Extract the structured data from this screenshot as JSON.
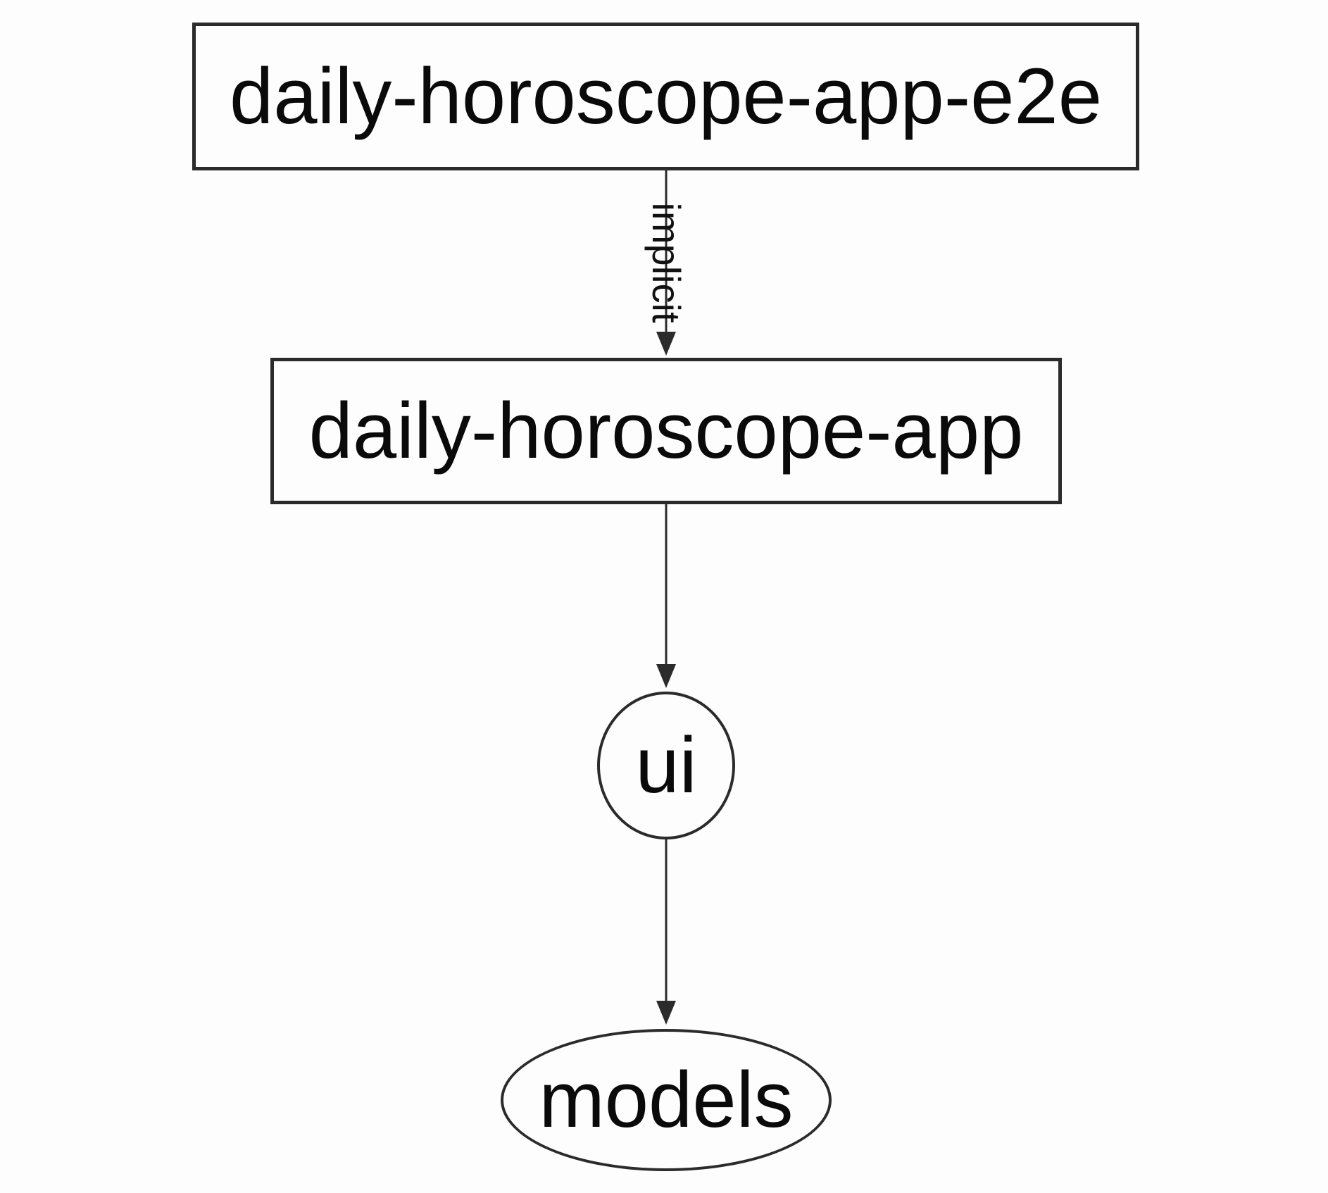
{
  "diagram": {
    "type": "dependency-graph",
    "colors": {
      "background": "#fdfdfd",
      "node_fill": "#fdfdfd",
      "stroke": "#2b2b2b",
      "text": "#0a0a0a"
    },
    "nodes": [
      {
        "id": "daily-horoscope-app-e2e",
        "label": "daily-horoscope-app-e2e",
        "shape": "rectangle"
      },
      {
        "id": "daily-horoscope-app",
        "label": "daily-horoscope-app",
        "shape": "rectangle"
      },
      {
        "id": "ui",
        "label": "ui",
        "shape": "ellipse"
      },
      {
        "id": "models",
        "label": "models",
        "shape": "ellipse"
      }
    ],
    "edges": [
      {
        "from": "daily-horoscope-app-e2e",
        "to": "daily-horoscope-app",
        "label": "implicit"
      },
      {
        "from": "daily-horoscope-app",
        "to": "ui",
        "label": ""
      },
      {
        "from": "ui",
        "to": "models",
        "label": ""
      }
    ]
  }
}
